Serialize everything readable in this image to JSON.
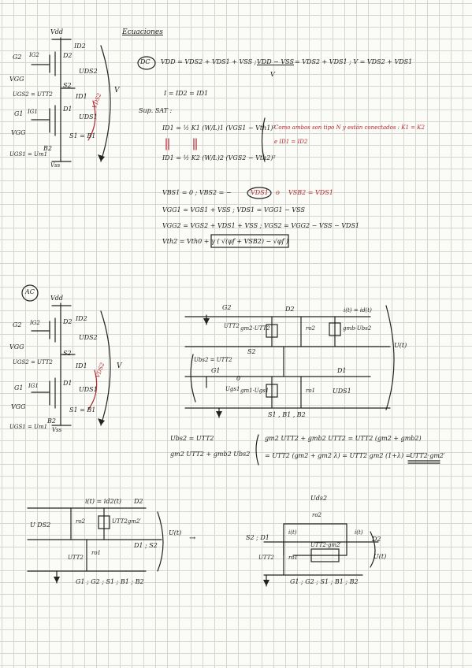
{
  "heading": "Ecuaciones",
  "dc": {
    "tag": "DC",
    "circuit_labels": {
      "vdd": "Vdd",
      "id2": "ID2",
      "g2": "G2",
      "ig2": "IG2",
      "d2": "D2",
      "vgg": "VGG",
      "vds2": "UDS2",
      "s2": "S2",
      "vgs2": "UGS2 = UTT2",
      "id1": "ID1",
      "vds1_red": "VDS2",
      "v": "V",
      "g1": "G1",
      "ig1": "IG1",
      "d1": "D1",
      "vds1": "UDS1",
      "vgg1": "VGG",
      "s1b1": "S1 = B1",
      "b2": "B2",
      "vgs1": "UGS1 = Um1",
      "vss": "Vss"
    },
    "eq1": "VDD = VDS2 + VDS1 + VSS ;",
    "eq1b": "VDD − VSS",
    "eq1c": "= VDS2 + VDS1 ;  V = VDS2 + VDS1",
    "eq1v": "V",
    "eq2": "I = ID2 = ID1",
    "sup_sat": "Sup. SAT :",
    "eq3": "ID1 = ½ K1 (W/L)1 (VGS1 − Vth1)²",
    "eq4": "ID1 = ½ K2 (W/L)2 (VGS2 − Vth2)²",
    "note": "Como ambos son tipo N y están conectados :  K1 = K2",
    "note2": "e ID1 = ID2",
    "eq5a": "VBS1 = 0   ;   VBS2 = −",
    "eq5b": "VDS1",
    "eq5c": "o",
    "eq5d": "VSB2 = VDS1",
    "eq6": "VGG1 = VGS1 + VSS ;  VDS1 = VGG1 − VSS",
    "eq7": "VGG2 = VGS2 + VDS1 + VSS ;  VGS2 = VGG2 − VSS − VDS1",
    "eq8": "Vth2 = Vth0 + γ ( √(φf + VSB2) − √φf )"
  },
  "ac": {
    "tag": "AC",
    "circuit_labels": {
      "vdd": "Vdd",
      "id2": "ID2",
      "g2": "G2",
      "ig2": "IG2",
      "d2": "D2",
      "vgg": "VGG",
      "vds2": "UDS2",
      "s2": "S2",
      "vgs2": "UGS2 = UTT2",
      "id1": "ID1",
      "vds2_red": "VDS2",
      "v": "V",
      "g1": "G1",
      "ig1": "IG1",
      "d1": "D1",
      "vds1": "UDS1",
      "vgg1": "VGG",
      "s1b1": "S1 = B1",
      "b2": "B2",
      "vgs1": "UGS1 = Um1",
      "vss": "Vss"
    },
    "small_signal": {
      "g2": "G2",
      "ugs2": "UTT2",
      "d2": "D2",
      "it": "i(t) = id(t)",
      "gm2": "gm2·UTT2",
      "ro2": "ro2",
      "gmb2": "gmb·Ubs2",
      "s2": "S2",
      "ut": "U(t)",
      "ubs2": "Ubs2 = UTT2",
      "g1": "G1",
      "ugs1": "Ugs1",
      "zero": "0",
      "d1": "D1",
      "gm1": "gm1·Ugs1",
      "ro1": "ro1",
      "uds1": "UDS1",
      "s1b": "S1 , B1 , B2"
    },
    "eq1": "Ubs2 = UTT2",
    "eq2": "gm2 UTT2 + gmb2 Ubs2",
    "eq3": "gm2 UTT2 + gmb2 UTT2 = UTT2 (gm2 + gmb2)",
    "eq4": "= UTT2 (gm2 + gm2 λ) = UTT2 gm2 (1+λ) =",
    "eq4b": "UTT2·gm2′"
  },
  "bottom_left": {
    "it": "i(t) = id2(t)",
    "d2": "D2",
    "uds2": "U DS2",
    "ro2": "ro2",
    "src": "UTT2gm2′",
    "ut": "U(t)",
    "d1s2": "D1 ; S2",
    "utt2": "UTT2",
    "ro1": "ro1",
    "gnd": "G1 ; G2 ; S1 ; B1 ; B2"
  },
  "arrow": "→",
  "bottom_right": {
    "uds2": "Uds2",
    "ro2": "ro2",
    "s2d1": "S2 ; D1",
    "it": "i(t)",
    "src": "UTT2·gm2′",
    "it2": "i(t)",
    "d2": "D2",
    "utt2": "UTT2",
    "ro1": "ro1",
    "ut": "U(t)",
    "gnd": "G1 ; G2 ; S1 ; B1 ; B2"
  }
}
